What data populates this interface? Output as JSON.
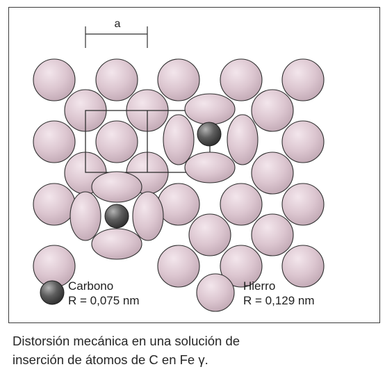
{
  "diagram": {
    "dimension_label": "a",
    "legend": {
      "carbon": {
        "name": "Carbono",
        "radius": "R = 0,075 nm"
      },
      "iron": {
        "name": "Hierro",
        "radius": "R = 0,129 nm"
      }
    }
  },
  "caption": {
    "line1": "Distorsión mecánica en una solución de",
    "line2": "inserción de átomos de C en Fe γ."
  },
  "colors": {
    "iron_atom_fill": "#dcc6d0",
    "carbon_atom_fill": "#4d4d4d",
    "outline": "#2e2e2e"
  }
}
